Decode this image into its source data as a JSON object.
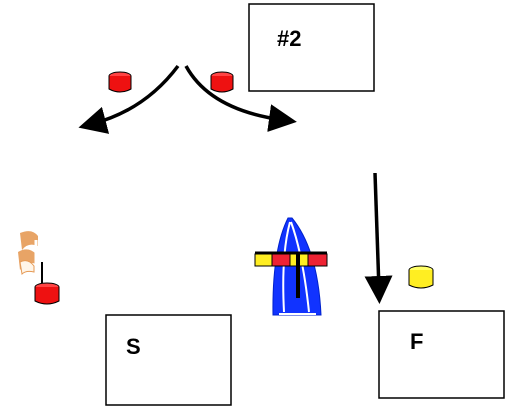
{
  "boxes": {
    "station2": {
      "label": "#2"
    },
    "start": {
      "label": "S"
    },
    "finish": {
      "label": "F"
    }
  },
  "icons": {
    "cone_left": "red-cone-icon",
    "cone_right": "red-cone-icon",
    "cone_start": "red-cone-icon",
    "cone_finish": "yellow-cone-icon",
    "flag_pole": "flag-pole-icon",
    "jump_obstacle": "jump-obstacle-icon"
  },
  "colors": {
    "red_cone": "#ee1111",
    "yellow_cone": "#ffee22",
    "obstacle_blue": "#1133ff",
    "obstacle_yellow": "#ffee22",
    "obstacle_red": "#ee2233",
    "flag_orange": "#e69a55",
    "line": "#000000"
  }
}
